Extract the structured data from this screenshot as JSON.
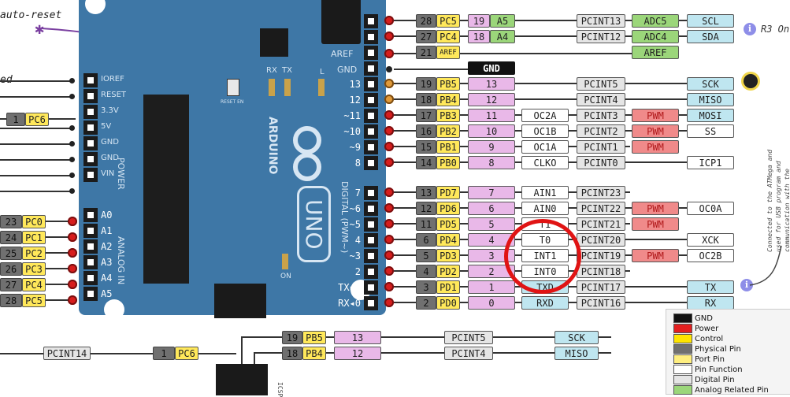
{
  "top_left": {
    "auto_reset": "auto-reset",
    "left_cut": "ed"
  },
  "left_pins": [
    {
      "num": "1",
      "port": "PC6"
    },
    {
      "num": "23",
      "port": "PC0"
    },
    {
      "num": "24",
      "port": "PC1"
    },
    {
      "num": "25",
      "port": "PC2"
    },
    {
      "num": "26",
      "port": "PC3"
    },
    {
      "num": "27",
      "port": "PC4"
    },
    {
      "num": "28",
      "port": "PC5"
    }
  ],
  "power_header": [
    "IOREF",
    "RESET",
    "3.3V",
    "5V",
    "GND",
    "GND",
    "VIN"
  ],
  "analog_header": [
    "A0",
    "A1",
    "A2",
    "A3",
    "A4",
    "A5"
  ],
  "board": {
    "brand": "ARDUINO",
    "model": "UNO",
    "power_label": "POWER",
    "analog_label": "ANALOG IN",
    "digital_label": "DIGITAL (PWM~)",
    "aref": "AREF",
    "gnd": "GND",
    "rx": "RX",
    "tx": "TX",
    "l": "L",
    "on": "ON",
    "reset_en": "RESET EN",
    "digital_pins": [
      "13",
      "12",
      "~11",
      "~10",
      "~9",
      "8",
      "7",
      "~6",
      "~5",
      "4",
      "~3",
      "2",
      "TX▸1",
      "RX◂0"
    ]
  },
  "top_right": [
    {
      "num": "28",
      "port": "PC5",
      "pinnum": "19",
      "apin": "A5",
      "pcint": "PCINT13",
      "adc": "ADC5",
      "comm": "SCL"
    },
    {
      "num": "27",
      "port": "PC4",
      "pinnum": "18",
      "apin": "A4",
      "pcint": "PCINT12",
      "adc": "ADC4",
      "comm": "SDA"
    }
  ],
  "aref_row": {
    "num": "21",
    "port": "AREF",
    "ana": "AREF"
  },
  "gnd_label": "GND",
  "r3_note": "R3 On",
  "digital_rows": [
    {
      "num": "19",
      "port": "PB5",
      "pin": "13",
      "func": "",
      "pcint": "PCINT5",
      "pwm": "",
      "comm": "SCK",
      "comm_style": "comm"
    },
    {
      "num": "18",
      "port": "PB4",
      "pin": "12",
      "func": "",
      "pcint": "PCINT4",
      "pwm": "",
      "comm": "MISO",
      "comm_style": "comm"
    },
    {
      "num": "17",
      "port": "PB3",
      "pin": "11",
      "func": "OC2A",
      "pcint": "PCINT3",
      "pwm": "PWM",
      "comm": "MOSI",
      "comm_style": "comm"
    },
    {
      "num": "16",
      "port": "PB2",
      "pin": "10",
      "func": "OC1B",
      "pcint": "PCINT2",
      "pwm": "PWM",
      "comm": "SS",
      "comm_style": "func"
    },
    {
      "num": "15",
      "port": "PB1",
      "pin": "9",
      "func": "OC1A",
      "pcint": "PCINT1",
      "pwm": "PWM",
      "comm": "",
      "comm_style": "func"
    },
    {
      "num": "14",
      "port": "PB0",
      "pin": "8",
      "func": "CLKO",
      "pcint": "PCINT0",
      "pwm": "",
      "comm": "ICP1",
      "comm_style": "func"
    },
    {
      "num": "13",
      "port": "PD7",
      "pin": "7",
      "func": "AIN1",
      "pcint": "PCINT23",
      "pwm": "",
      "comm": "",
      "comm_style": "func"
    },
    {
      "num": "12",
      "port": "PD6",
      "pin": "6",
      "func": "AIN0",
      "pcint": "PCINT22",
      "pwm": "PWM",
      "comm": "OC0A",
      "comm_style": "func"
    },
    {
      "num": "11",
      "port": "PD5",
      "pin": "5",
      "func": "T1",
      "pcint": "PCINT21",
      "pwm": "PWM",
      "comm": "",
      "comm_style": "func"
    },
    {
      "num": "6",
      "port": "PD4",
      "pin": "4",
      "func": "T0",
      "pcint": "PCINT20",
      "pwm": "",
      "comm": "XCK",
      "comm_style": "func"
    },
    {
      "num": "5",
      "port": "PD3",
      "pin": "3",
      "func": "INT1",
      "pcint": "PCINT19",
      "pwm": "PWM",
      "comm": "OC2B",
      "comm_style": "func"
    },
    {
      "num": "4",
      "port": "PD2",
      "pin": "2",
      "func": "INT0",
      "pcint": "PCINT18",
      "pwm": "",
      "comm": "",
      "comm_style": "func"
    },
    {
      "num": "3",
      "port": "PD1",
      "pin": "1",
      "func": "TXD",
      "pcint": "PCINT17",
      "pwm": "",
      "comm": "TX",
      "comm_style": "comm"
    },
    {
      "num": "2",
      "port": "PD0",
      "pin": "0",
      "func": "RXD",
      "pcint": "PCINT16",
      "pwm": "",
      "comm": "RX",
      "comm_style": "comm"
    }
  ],
  "side_note": "Connected to the ATMega and used for USB program and communication with the",
  "bottom_left": {
    "pcint": "PCINT14",
    "num": "1",
    "port": "PC6"
  },
  "icsp_rows": [
    {
      "num": "19",
      "port": "PB5",
      "pin": "13",
      "pcint": "PCINT5",
      "comm": "SCK"
    },
    {
      "num": "18",
      "port": "PB4",
      "pin": "12",
      "pcint": "PCINT4",
      "comm": "MISO"
    }
  ],
  "icsp_label": "ICSP",
  "legend": [
    {
      "label": "GND",
      "color": "#111111"
    },
    {
      "label": "Power",
      "color": "#e31f1f"
    },
    {
      "label": "Control",
      "color": "#ffe500"
    },
    {
      "label": "Physical Pin",
      "color": "#707070"
    },
    {
      "label": "Port Pin",
      "color": "#ffef80"
    },
    {
      "label": "Pin Function",
      "color": "#ffffff"
    },
    {
      "label": "Digital Pin",
      "color": "#e5e5e5"
    },
    {
      "label": "Analog Related Pin",
      "color": "#9bd67a"
    }
  ],
  "colors": {
    "board": "#3e77a6",
    "highlight_circle": "#e01414",
    "auto_reset_wire": "#7a3fa0"
  }
}
